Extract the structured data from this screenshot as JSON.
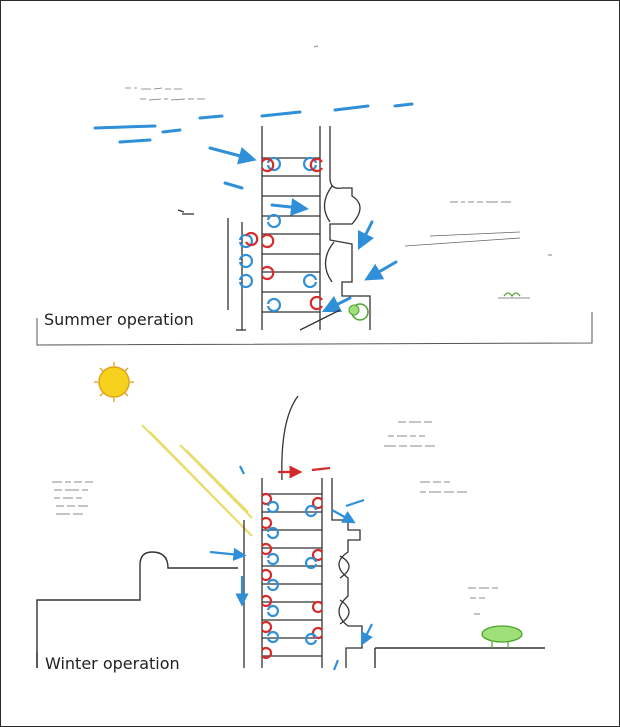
{
  "panels": [
    {
      "id": "summer",
      "label": "Summer operation"
    },
    {
      "id": "winter",
      "label": "Winter operation"
    }
  ],
  "colors": {
    "frame": "#2b2b2b",
    "ink": "#333333",
    "warm_arrow": "#d42b2b",
    "cool_arrow": "#2f8fd8",
    "sun": "#f6d21f",
    "sun_rays": "#e8dc6a",
    "tree": "#8fd36a"
  },
  "icons": [
    "sun-icon",
    "tree-icon",
    "shrub-icon"
  ]
}
